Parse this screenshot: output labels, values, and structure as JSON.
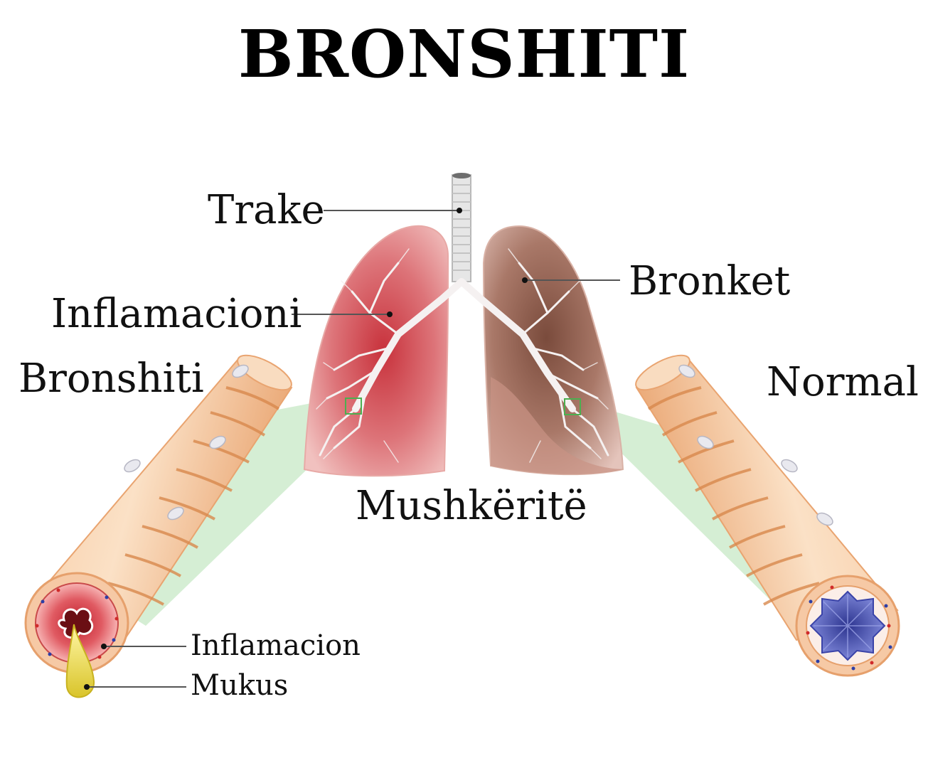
{
  "title": "BRONSHITI",
  "labels": {
    "trachea": "Trake",
    "bronchi": "Bronket",
    "inflammation_lung": "Inflamacioni",
    "bronchitis": "Bronshiti",
    "normal": "Normal",
    "lungs": "Mushkëritë",
    "inflammation_airway": "Inflamacion",
    "mucus": "Mukus"
  },
  "colors": {
    "inflamed_lung": "#c8323c",
    "healthy_lung": "#8a5a4a",
    "airway_wall": "#f2b888",
    "mucus": "#e9d83a",
    "normal_lumen": "#4e57b8",
    "zoom_cone": "#c7e8c6"
  }
}
